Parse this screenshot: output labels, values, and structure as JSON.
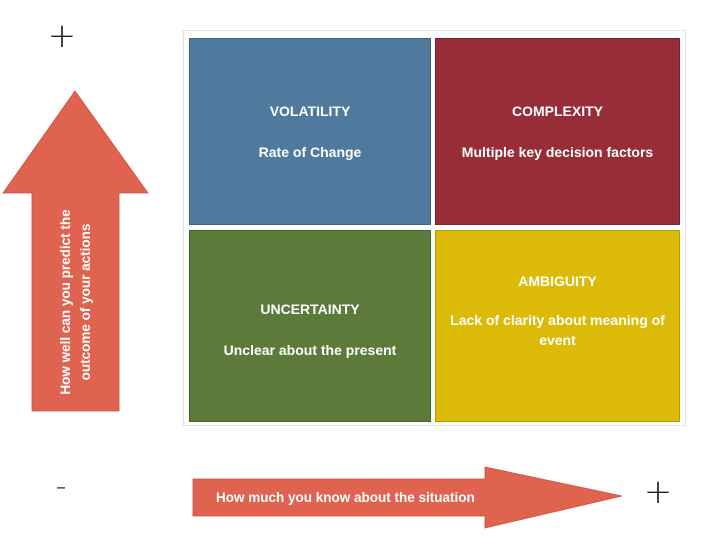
{
  "colors": {
    "arrow": "#e06350",
    "volatility": "#4f7a9d",
    "complexity": "#962d37",
    "uncertainty": "#5c7a3a",
    "ambiguity": "#dbbb07",
    "frame_border": "#e3e3e3",
    "sign_text": "#1f1f1f"
  },
  "vertical_axis": {
    "top_sign": "+",
    "label": "How well can you predict the outcome of your actions"
  },
  "horizontal_axis": {
    "left_sign": "-",
    "right_sign": "+",
    "label": "How much you know about the situation"
  },
  "quadrants": [
    {
      "id": "volatility",
      "title": "VOLATILITY",
      "description": "Rate of Change",
      "position": "top-left"
    },
    {
      "id": "complexity",
      "title": "COMPLEXITY",
      "description": "Multiple key decision factors",
      "position": "top-right"
    },
    {
      "id": "uncertainty",
      "title": "UNCERTAINTY",
      "description": "Unclear about the present",
      "position": "bottom-left"
    },
    {
      "id": "ambiguity",
      "title": "AMBIGUITY",
      "description": "Lack of clarity about meaning of event",
      "position": "bottom-right"
    }
  ]
}
